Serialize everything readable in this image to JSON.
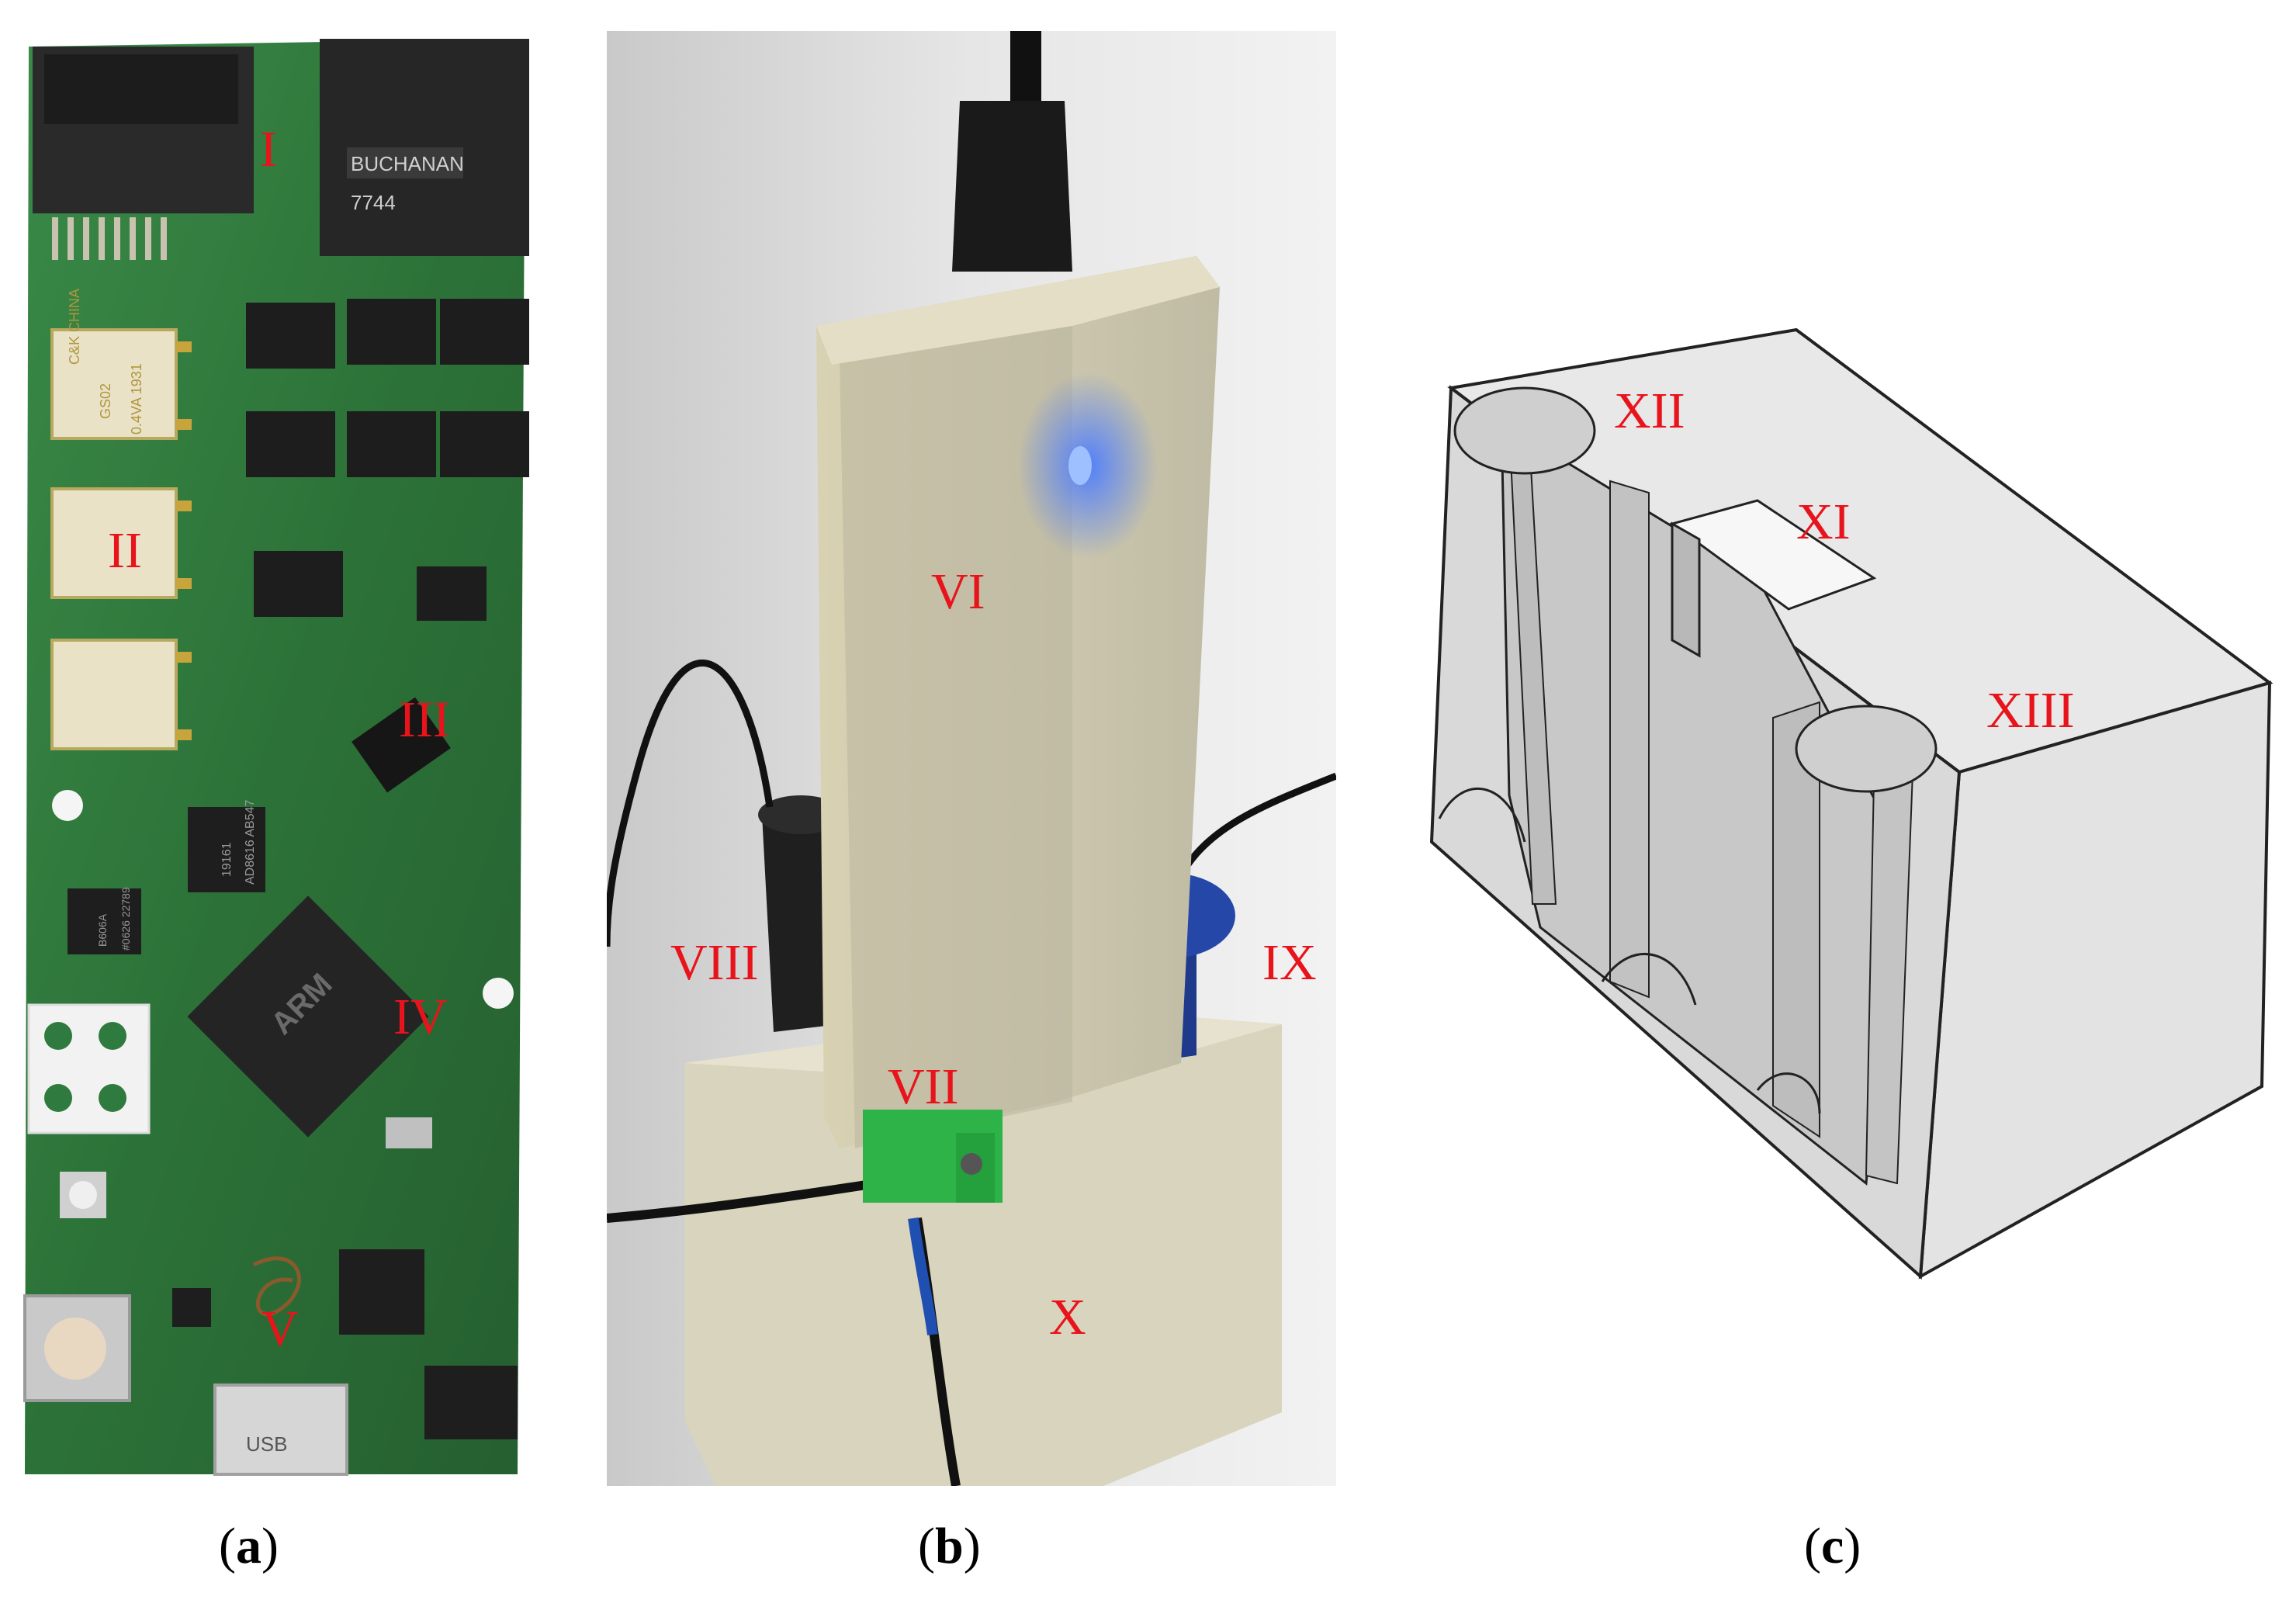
{
  "panel_a": {
    "labels": [
      "I",
      "II",
      "III",
      "IV",
      "V"
    ],
    "chip_text": {
      "connector": "BUCHANAN",
      "connector_code": "7744",
      "relay_brand": "C&K CHINA",
      "relay_model": "GS02",
      "relay_rating": "0.4VA 1931",
      "chip1": "AD8616 AB547",
      "chip1_code": "19161",
      "chip2": "#0626 22789",
      "chip2_code": "B606A",
      "mcu": "ARM",
      "usb": "USB"
    }
  },
  "panel_b": {
    "labels": [
      "VI",
      "VII",
      "VIII",
      "IX",
      "X"
    ]
  },
  "panel_c": {
    "labels": [
      "XI",
      "XII",
      "XIII"
    ]
  },
  "captions": {
    "a": "a",
    "b": "b",
    "c": "c"
  },
  "colors": {
    "label": "#e8141c",
    "pcb": "#2f7a3e",
    "resin": "#d9d2b8",
    "cad": "#e6e6e6"
  }
}
